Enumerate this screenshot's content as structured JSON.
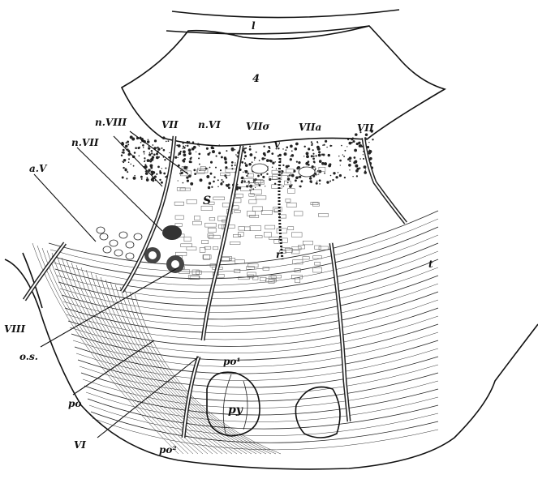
{
  "figure": {
    "labels": {
      "l": "l",
      "ventricle": "4",
      "n_VIII": "n.VIII",
      "VII_left": "VII",
      "n_VI": "n.VI",
      "VII_alpha": "VIIσ",
      "v": "v",
      "VII_a": "VIIa",
      "VII_right": "VII",
      "a_V": "a.V",
      "n_VII": "n.VII",
      "S": "S",
      "r": "r",
      "t": "t",
      "VIII": "VIII",
      "o_s": "o.s.",
      "po1": "po¹",
      "po": "po",
      "py": "py",
      "VI": "VI",
      "po2": "po²"
    }
  }
}
